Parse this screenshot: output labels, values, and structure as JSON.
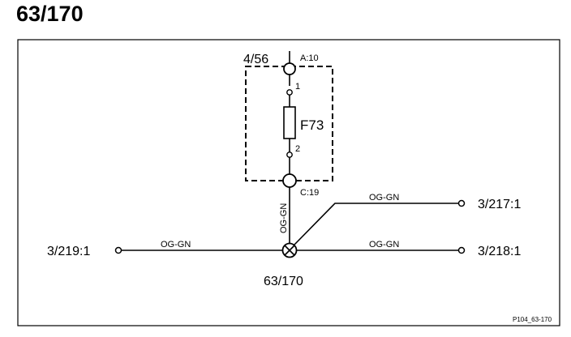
{
  "page_title": "63/170",
  "module": {
    "id": "4/56",
    "pin_top": "A:10",
    "pin_bottom": "C:19",
    "contact_top": "1",
    "contact_bottom": "2",
    "fuse": "F73"
  },
  "wires": {
    "vertical": "OG-GN",
    "left": "OG-GN",
    "upper_right": "OG-GN",
    "lower_right": "OG-GN"
  },
  "connectors": {
    "left": "3/219:1",
    "upper_right": "3/217:1",
    "lower_right": "3/218:1"
  },
  "splice": "63/170",
  "footer_ref": "P104_63-170"
}
